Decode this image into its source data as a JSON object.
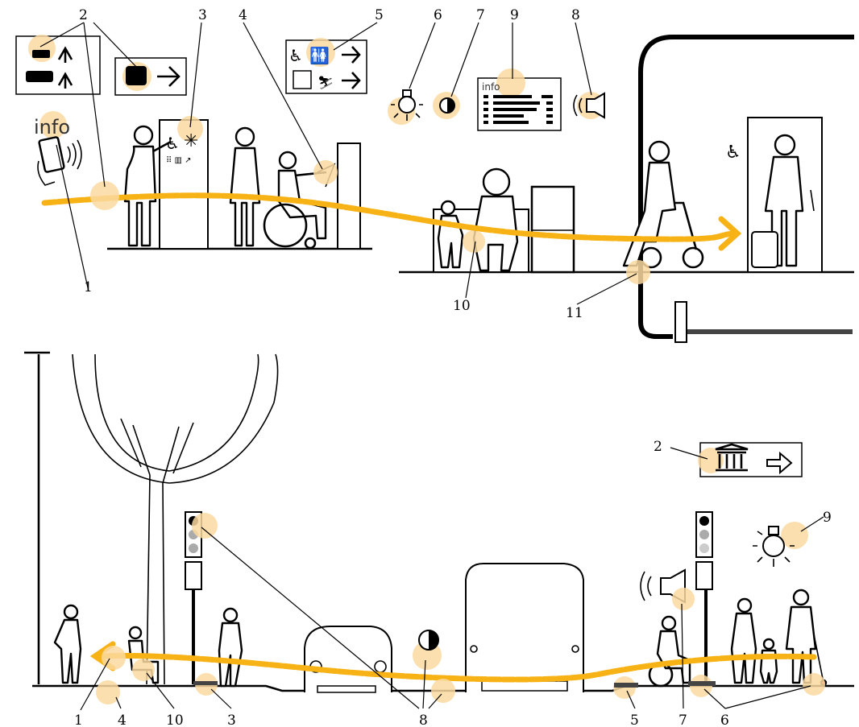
{
  "top": {
    "callouts": [
      "1",
      "2",
      "2",
      "3",
      "4",
      "5",
      "6",
      "7",
      "9",
      "8",
      "10",
      "11"
    ],
    "info_label": "info",
    "sign_info_label": "info"
  },
  "bottom": {
    "callouts": [
      "1",
      "4",
      "10",
      "3",
      "8",
      "8",
      "8",
      "5",
      "7",
      "6",
      "6",
      "2",
      "9"
    ]
  },
  "colors": {
    "route": "#f7b316",
    "highlight": "#fbd9a0",
    "line": "#000000"
  }
}
